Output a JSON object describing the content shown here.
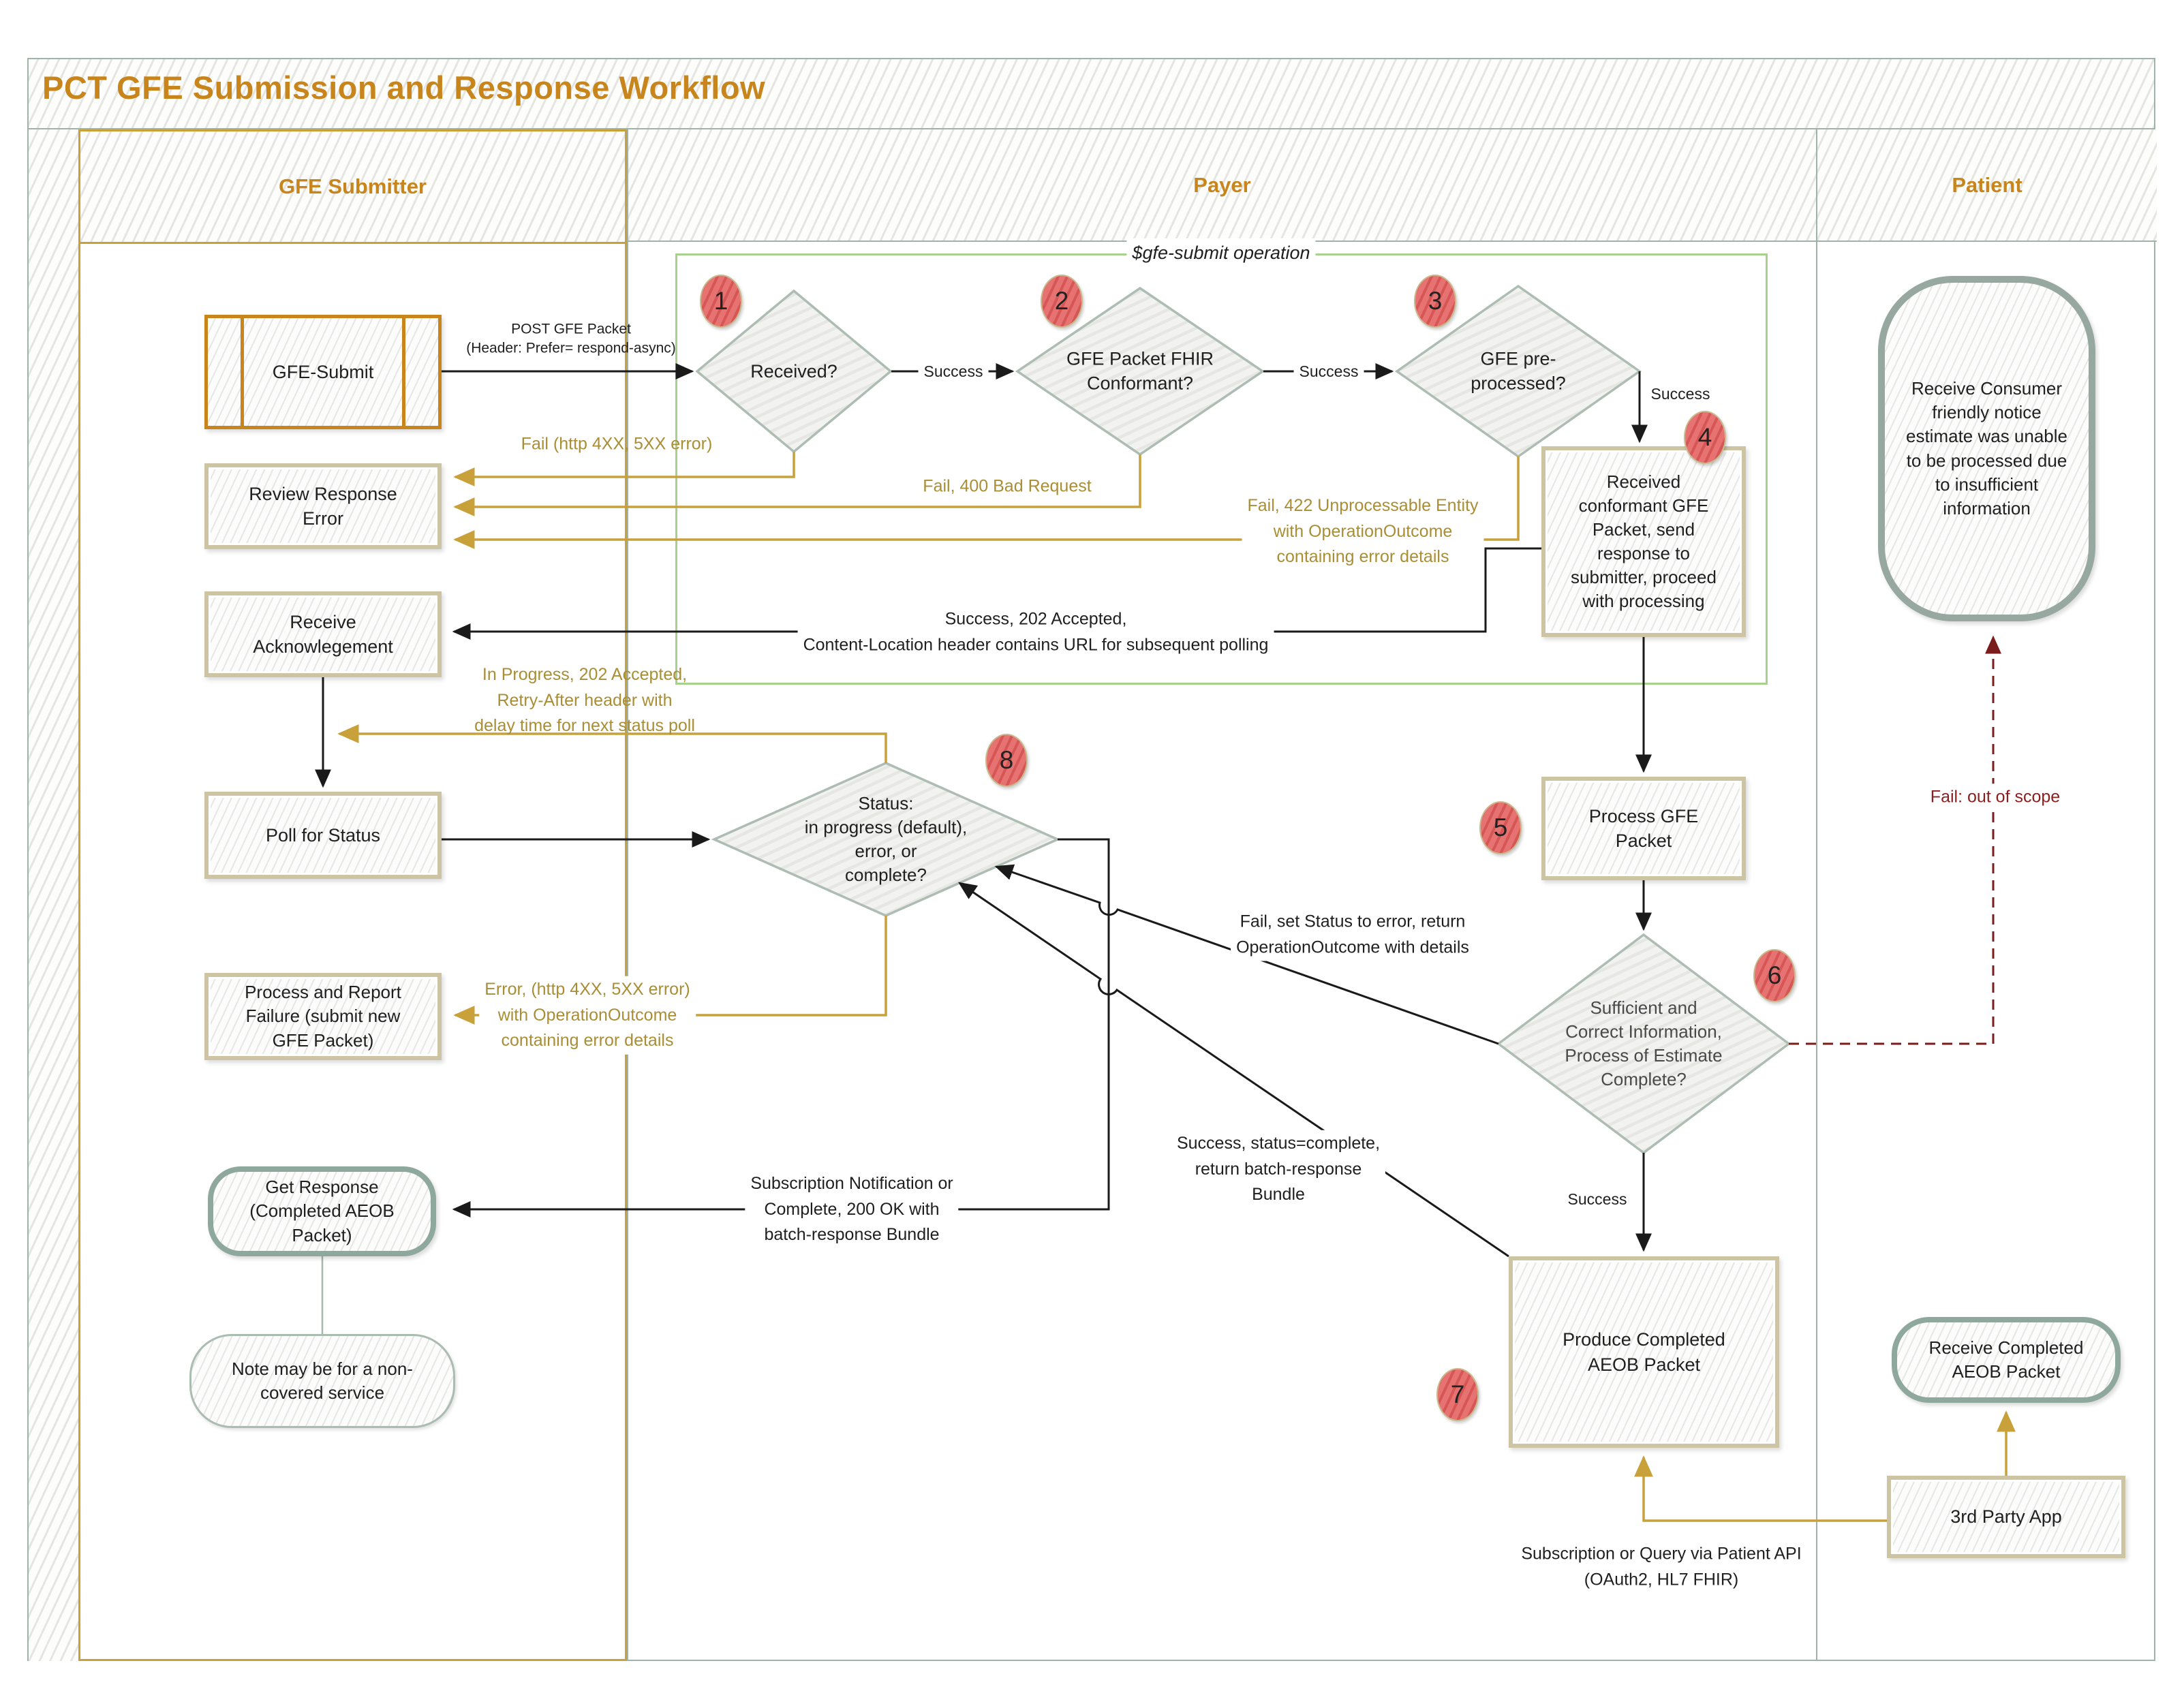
{
  "title": "PCT GFE Submission and Response Workflow",
  "lanes": {
    "submitter": "GFE Submitter",
    "payer": "Payer",
    "patient": "Patient"
  },
  "group": {
    "label": "$gfe-submit operation"
  },
  "badges": {
    "b1": "1",
    "b2": "2",
    "b3": "3",
    "b4": "4",
    "b5": "5",
    "b6": "6",
    "b7": "7",
    "b8": "8"
  },
  "nodes": {
    "gfe_submit": "GFE-Submit",
    "review_response_error": "Review Response\nError",
    "receive_acknowlegement": "Receive\nAcknowlegement",
    "poll_for_status": "Poll for Status",
    "process_report_failure": "Process and Report\nFailure (submit new\nGFE Packet)",
    "get_response": "Get Response\n(Completed AEOB\nPacket)",
    "note_non_covered": "Note may be for a non-\ncovered service",
    "received_question": "Received?",
    "fhir_conformant_question": "GFE Packet FHIR\nConformant?",
    "preprocessed_question": "GFE pre-\nprocessed?",
    "received_conformant": "Received\nconformant GFE\nPacket, send\nresponse to\nsubmitter, proceed\nwith processing",
    "process_gfe_packet": "Process GFE\nPacket",
    "sufficient_question": "Sufficient and\nCorrect Information,\nProcess of Estimate\nComplete?",
    "produce_aeob": "Produce Completed\nAEOB Packet",
    "status_question": "Status:\nin progress (default),\nerror, or\ncomplete?",
    "patient_notice": "Receive Consumer\nfriendly notice\nestimate was unable\nto be processed due\nto insufficient\ninformation",
    "receive_completed_aeob": "Receive Completed\nAEOB Packet",
    "third_party_app": "3rd Party App"
  },
  "edges": {
    "post_gfe": "POST GFE Packet\n(Header: Prefer= respond-async)",
    "success": "Success",
    "fail_http": "Fail (http 4XX, 5XX error)",
    "fail_400": "Fail, 400 Bad Request",
    "fail_422": "Fail, 422 Unprocessable Entity\nwith OperationOutcome\ncontaining error details",
    "success_202": "Success, 202 Accepted,\nContent-Location header contains URL for subsequent polling",
    "in_progress": "In Progress, 202 Accepted,\nRetry-After header with\ndelay time for next status poll",
    "error_http": "Error, (http 4XX, 5XX error)\nwith OperationOutcome\ncontaining error details",
    "subscription_complete": "Subscription Notification or\nComplete, 200 OK with\nbatch-response Bundle",
    "fail_set_status": "Fail, set Status to error,  return\nOperationOutcome with details",
    "success_complete": "Success, status=complete,\nreturn batch-response\nBundle",
    "fail_out_of_scope": "Fail: out of scope",
    "subscription_query": "Subscription or Query via Patient API\n(OAuth2, HL7 FHIR)"
  },
  "colors": {
    "accent_orange": "#C8851C",
    "gold_connector": "#C9A13B",
    "gold_text": "#A98E35",
    "badge_red": "#E25F5F",
    "dark_red": "#7A1C1C",
    "group_green": "#A9D18E",
    "lane_gray_green": "#9FB3AA",
    "tan_border": "#CDC4A4"
  }
}
